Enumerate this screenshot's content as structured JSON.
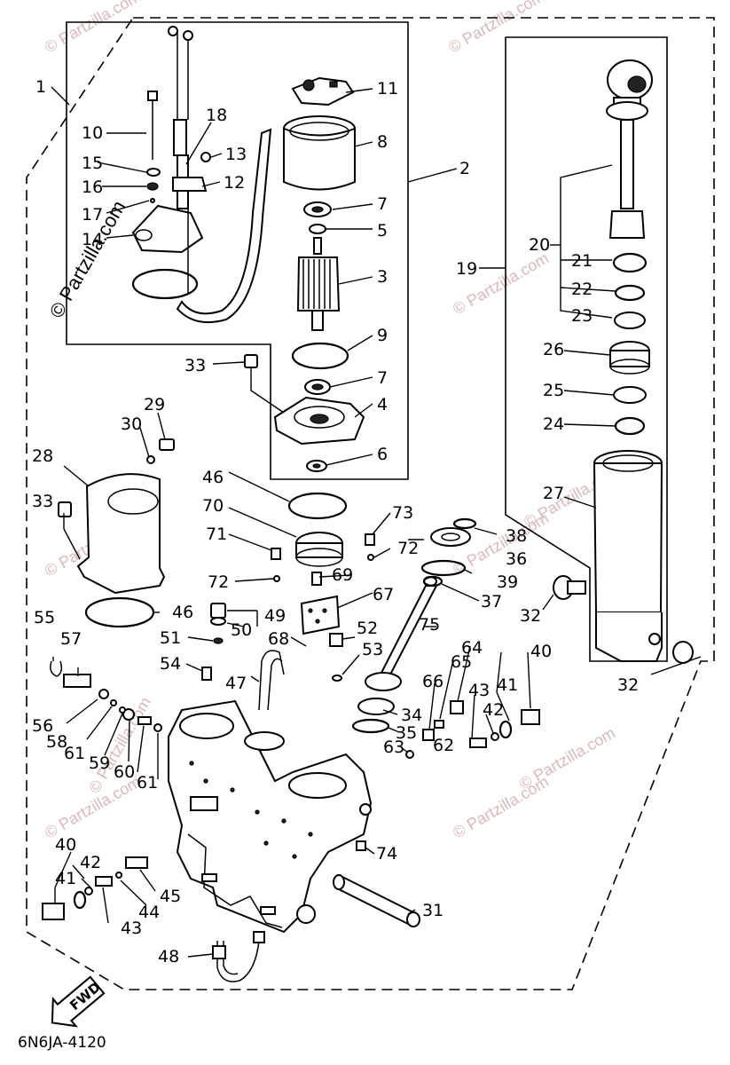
{
  "diagram": {
    "code": "6N6JA-4120",
    "fwd_label": "FWD",
    "watermarks": [
      "© Partzilla.com",
      "© Partzilla.com",
      "© Partzilla.com",
      "© Partzilla.com",
      "© Partzilla.com",
      "© Partzilla.com",
      "© Partzilla.com",
      "© Partzilla.com",
      "© Partzilla.com",
      "© Partzilla.com"
    ],
    "watermark_main": "© Partzilla.com",
    "part_labels": [
      "1",
      "2",
      "3",
      "4",
      "5",
      "6",
      "7",
      "7",
      "8",
      "9",
      "10",
      "11",
      "12",
      "13",
      "14",
      "15",
      "16",
      "17",
      "18",
      "19",
      "20",
      "21",
      "22",
      "23",
      "24",
      "25",
      "26",
      "27",
      "28",
      "29",
      "30",
      "31",
      "32",
      "32",
      "33",
      "33",
      "34",
      "35",
      "36",
      "37",
      "38",
      "39",
      "40",
      "40",
      "41",
      "41",
      "42",
      "42",
      "43",
      "43",
      "44",
      "45",
      "46",
      "46",
      "47",
      "48",
      "49",
      "50",
      "51",
      "52",
      "53",
      "54",
      "55",
      "56",
      "57",
      "58",
      "59",
      "60",
      "61",
      "61",
      "62",
      "63",
      "64",
      "65",
      "66",
      "67",
      "68",
      "69",
      "70",
      "71",
      "72",
      "72",
      "73",
      "74",
      "75"
    ]
  }
}
